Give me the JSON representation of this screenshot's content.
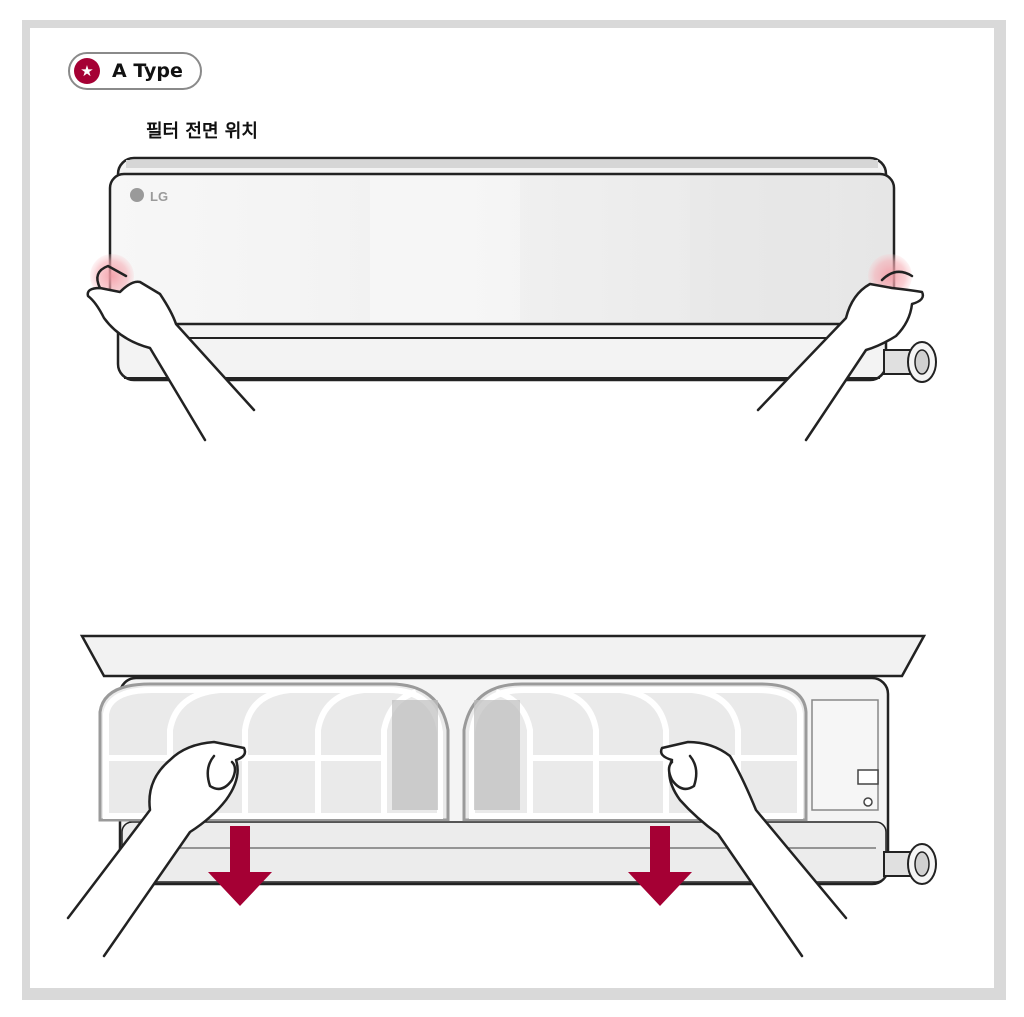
{
  "badge": {
    "label": "A Type",
    "icon": "star-icon"
  },
  "caption": "필터 전면 위치",
  "brand_logo": "LG",
  "colors": {
    "accent": "#a50034",
    "highlight": "#f2a0a8",
    "outline": "#222222"
  }
}
